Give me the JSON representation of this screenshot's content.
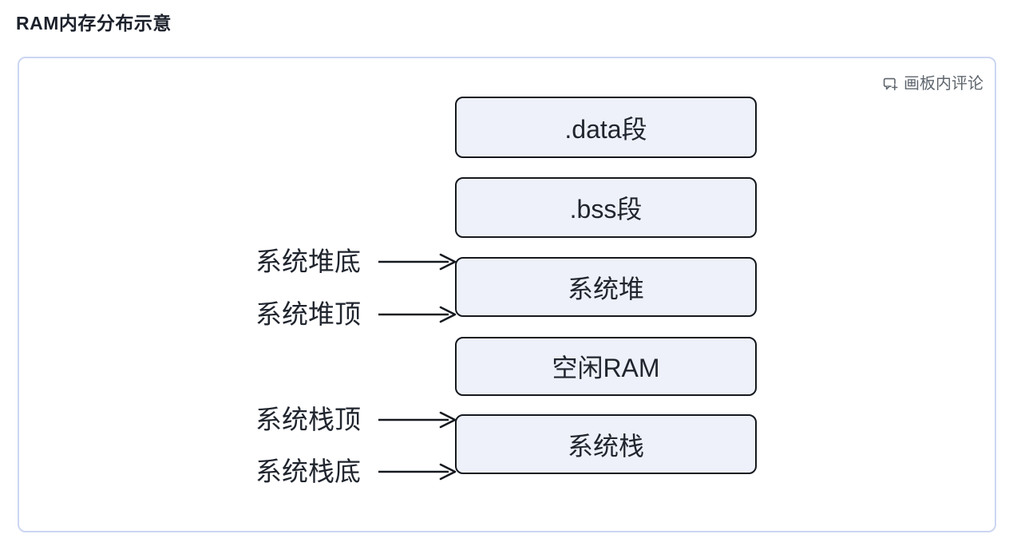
{
  "page": {
    "title": "RAM内存分布示意"
  },
  "canvas": {
    "comment_button_label": "画板内评论"
  },
  "diagram": {
    "boxes": [
      {
        "label": ".data段"
      },
      {
        "label": ".bss段"
      },
      {
        "label": "系统堆"
      },
      {
        "label": "空闲RAM"
      },
      {
        "label": "系统栈"
      }
    ],
    "annotations": [
      {
        "label": "系统堆底"
      },
      {
        "label": "系统堆顶"
      },
      {
        "label": "系统栈顶"
      },
      {
        "label": "系统栈底"
      }
    ]
  },
  "colors": {
    "box_fill": "#eef1f9",
    "box_border": "#15191f",
    "panel_border": "#ccd6f2",
    "text_dark": "#1c212b",
    "muted_text": "#5f666e"
  }
}
